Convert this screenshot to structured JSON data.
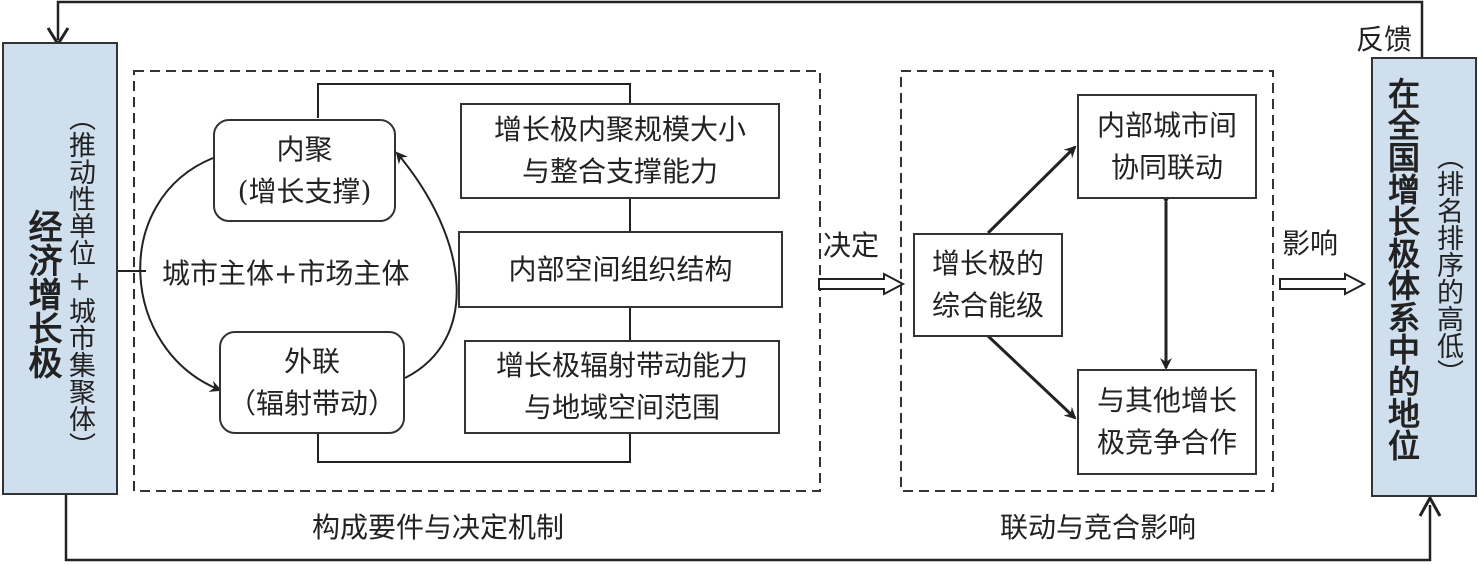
{
  "left_box": {
    "title": "经济增长极",
    "subtitle": "（推动性单位+城市集聚体）"
  },
  "section1": {
    "caption": "构成要件与决定机制",
    "inner_agglomeration": {
      "line1": "内聚",
      "line2": "(增长支撑)"
    },
    "outer_linkage": {
      "line1": "外联",
      "line2": "（辐射带动）"
    },
    "center_label": "城市主体+市场主体",
    "box_top": {
      "line1": "增长极内聚规模大小",
      "line2": "与整合支撑能力"
    },
    "box_mid": {
      "line1": "内部空间组织结构"
    },
    "box_bottom": {
      "line1": "增长极辐射带动能力",
      "line2": "与地域空间范围"
    }
  },
  "arrow_decide": {
    "label": "决定"
  },
  "section2": {
    "caption": "联动与竞合影响",
    "center_box": {
      "line1": "增长极的",
      "line2": "综合能级"
    },
    "top_box": {
      "line1": "内部城市间",
      "line2": "协同联动"
    },
    "bottom_box": {
      "line1": "与其他增长",
      "line2": "极竞争合作"
    }
  },
  "arrow_influence": {
    "label": "影响"
  },
  "feedback": {
    "label": "反馈"
  },
  "right_box": {
    "title": "在全国增长极体系中的地位",
    "subtitle": "（排名排序的高低）"
  }
}
